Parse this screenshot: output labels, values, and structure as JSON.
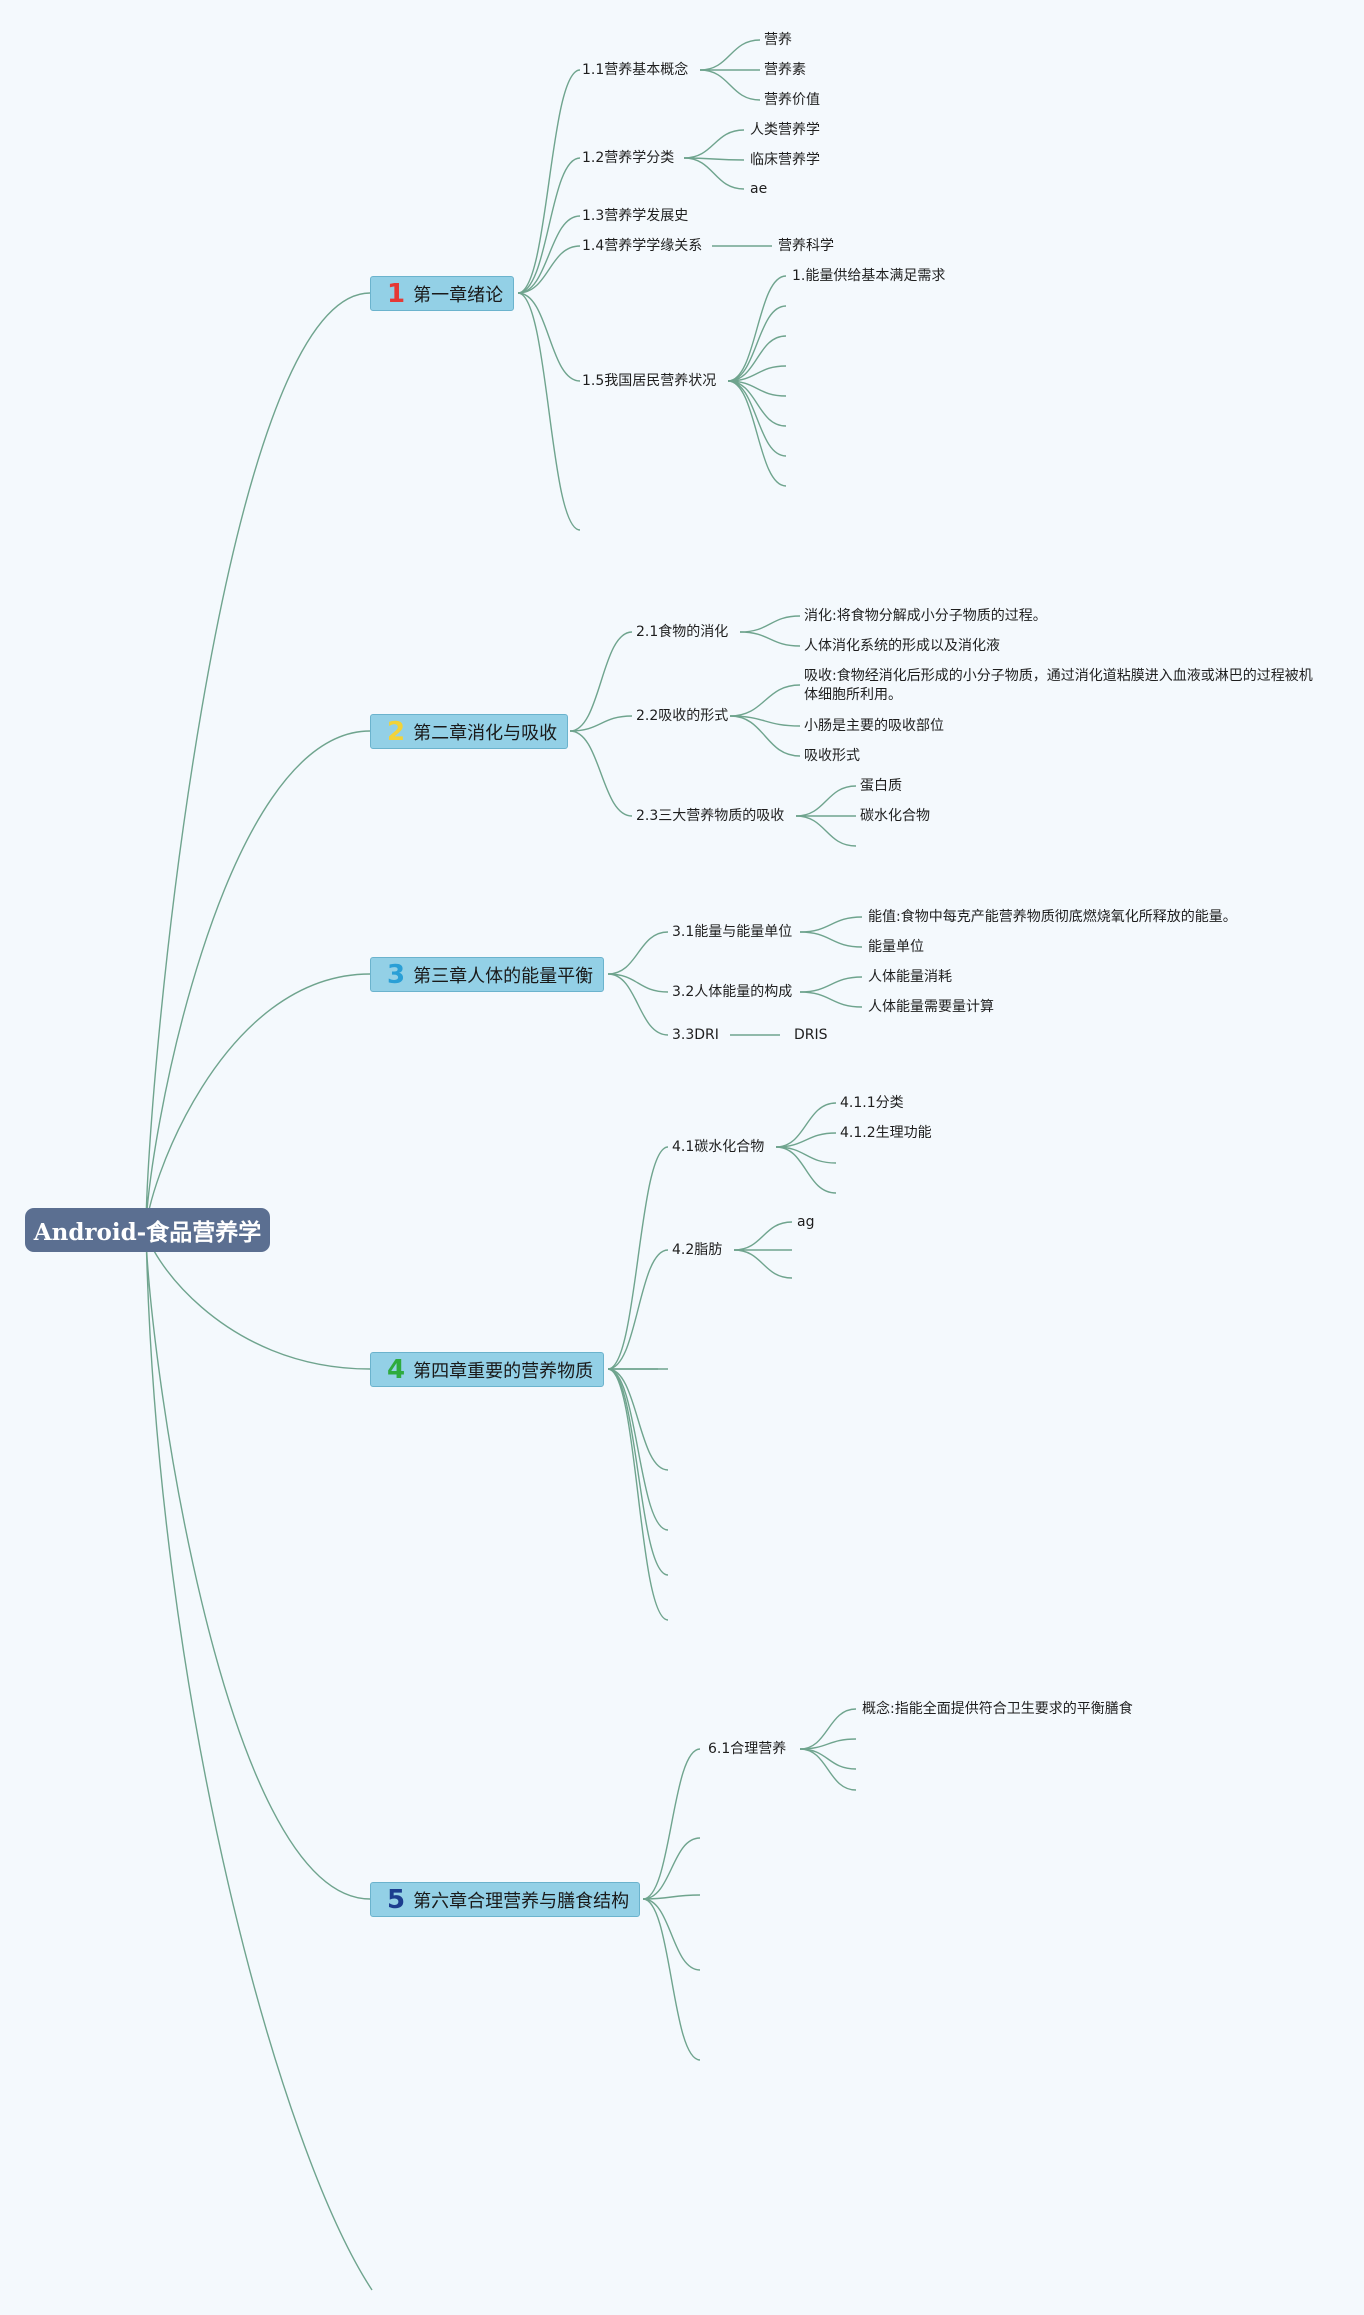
{
  "root": {
    "title": "Android-食品营养学"
  },
  "chapters": [
    {
      "num": "1",
      "color": "#e53935",
      "label": "第一章绪论"
    },
    {
      "num": "2",
      "color": "#f2d338",
      "label": "第二章消化与吸收"
    },
    {
      "num": "3",
      "color": "#2a9fd6",
      "label": "第三章人体的能量平衡"
    },
    {
      "num": "4",
      "color": "#2eab3e",
      "label": "第四章重要的营养物质"
    },
    {
      "num": "5",
      "color": "#1c3d8f",
      "label": "第六章合理营养与膳食结构"
    }
  ],
  "ch1": {
    "s1": "1.1营养基本概念",
    "s1_1": "营养",
    "s1_2": "营养素",
    "s1_3": "营养价值",
    "s2": "1.2营养学分类",
    "s2_1": "人类营养学",
    "s2_2": "临床营养学",
    "s2_3": "ae",
    "s3": "1.3营养学发展史",
    "s4": "1.4营养学学缘关系",
    "s4_1": "营养科学",
    "s5": "1.5我国居民营养状况",
    "s5_1": "1.能量供给基本满足需求"
  },
  "ch2": {
    "s1": "2.1食物的消化",
    "s1_1": "消化:将食物分解成小分子物质的过程。",
    "s1_2": "人体消化系统的形成以及消化液",
    "s2": "2.2吸收的形式",
    "s2_1": "吸收:食物经消化后形成的小分子物质，通过消化道粘膜进入血液或淋巴的过程被机体细胞所利用。",
    "s2_2": "小肠是主要的吸收部位",
    "s2_3": "吸收形式",
    "s3": "2.3三大营养物质的吸收",
    "s3_1": "蛋白质",
    "s3_2": "碳水化合物"
  },
  "ch3": {
    "s1": "3.1能量与能量单位",
    "s1_1": "能值:食物中每克产能营养物质彻底燃烧氧化所释放的能量。",
    "s1_2": "能量单位",
    "s2": "3.2人体能量的构成",
    "s2_1": "人体能量消耗",
    "s2_2": "人体能量需要量计算",
    "s3": "3.3DRI",
    "s3_1": "DRIS"
  },
  "ch4": {
    "s1": "4.1碳水化合物",
    "s1_1": "4.1.1分类",
    "s1_2": "4.1.2生理功能",
    "s2": "4.2脂肪",
    "s2_1": "ag"
  },
  "ch6": {
    "s1": "6.1合理营养",
    "s1_1": "概念:指能全面提供符合卫生要求的平衡膳食"
  },
  "colors": {
    "edge": "#6fa48e",
    "root": "#5b6f91",
    "chapter_fill": "#93d0e6",
    "background": "#f4f9fd"
  }
}
